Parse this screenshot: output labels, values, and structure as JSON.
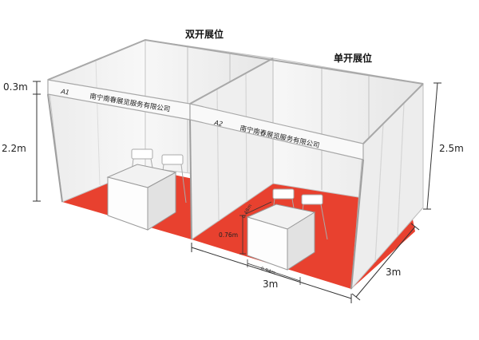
{
  "titles": {
    "double_booth": "双开展位",
    "single_booth": "单开展位"
  },
  "booths": {
    "a1": {
      "code": "A1",
      "fascia": "南宁南春展览服务有限公司"
    },
    "a2": {
      "code": "A2",
      "fascia": "南宁南春展览服务有限公司"
    }
  },
  "dimensions": {
    "fascia_height": "0.3m",
    "wall_height": "2.2m",
    "total_height": "2.5m",
    "width": "3m",
    "depth": "3m",
    "table_height": "0.76m",
    "table_depth": "0.48m",
    "table_width": "0.94m"
  },
  "colors": {
    "carpet": "#E8412F",
    "wall": "#F4F4F4",
    "frame": "#BBBBBB",
    "line": "#333333"
  }
}
